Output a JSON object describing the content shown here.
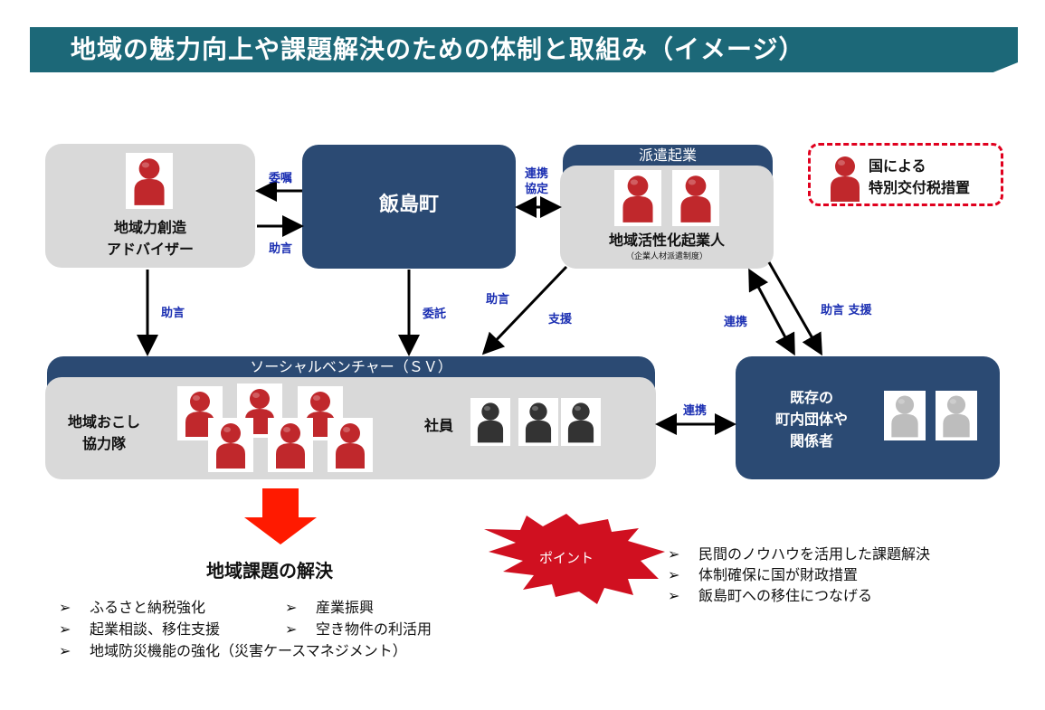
{
  "title": "地域の魅力向上や課題解決のための体制と取組み（イメージ）",
  "advisor": {
    "line1": "地域力創造",
    "line2": "アドバイザー"
  },
  "iijima": "飯島町",
  "haken": {
    "header": "派遣起業",
    "name": "地域活性化起業人",
    "note": "（企業人材派遣制度）"
  },
  "legend": {
    "line1": "国による",
    "line2": "特別交付税措置"
  },
  "sv": {
    "header": "ソーシャルベンチャー（ＳＶ）",
    "kyoryoku1": "地域おこし",
    "kyoryoku2": "協力隊",
    "shain": "社員"
  },
  "kison": {
    "line1": "既存の",
    "line2": "町内団体や",
    "line3": "関係者"
  },
  "arrows": {
    "ishoku": "委嘱",
    "jogen_left": "助言",
    "renkei_kyotei1": "連携",
    "renkei_kyotei2": "協定",
    "jogen_down": "助言",
    "itaku": "委託",
    "jogen_diag": "助言",
    "shien_diag": "支援",
    "renkei_right": "連携",
    "jogen_shien": "助言 支援",
    "renkei_bottom": "連携"
  },
  "solution_title": "地域課題の解決",
  "solutions": {
    "a": "ふるさと納税強化",
    "b": "産業振興",
    "c": "起業相談、移住支援",
    "d": "空き物件の利活用",
    "e": "地域防災機能の強化（災害ケースマネジメント）"
  },
  "point": {
    "label": "ポイント",
    "items": [
      "民間のノウハウを活用した課題解決",
      "体制確保に国が財政措置",
      "飯島町への移住につなげる"
    ]
  },
  "bullet_glyph": "➢",
  "colors": {
    "banner": "#1c6878",
    "navy": "#2b4a73",
    "gray": "#d9d9d9",
    "red_person": "#c0282c",
    "dark_person": "#333333",
    "light_person": "#bdbdbd",
    "arrow_red": "#ff1a00",
    "star_red": "#d01020",
    "label_blue": "#1b2fb2",
    "legend_border": "#e0001e"
  },
  "icons": [
    "red-person-icon",
    "dark-person-icon",
    "gray-person-icon",
    "down-arrow-icon",
    "point-star-icon"
  ]
}
